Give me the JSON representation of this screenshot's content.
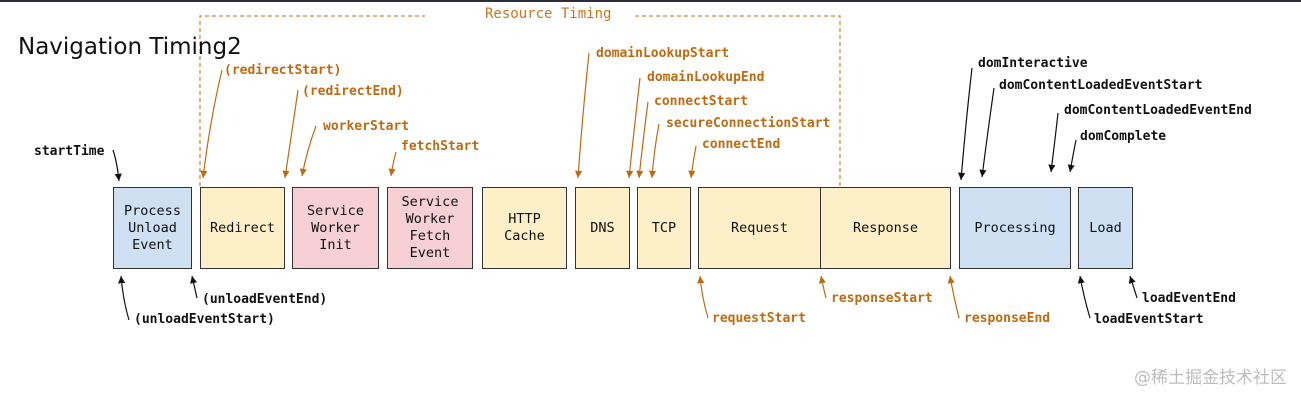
{
  "title": "Navigation Timing2",
  "resource_timing_label": "Resource Timing",
  "watermark": "@稀土掘金技术社区",
  "stages": [
    {
      "id": "process-unload-event",
      "label": "Process\nUnload\nEvent",
      "color": "blue"
    },
    {
      "id": "redirect",
      "label": "Redirect",
      "color": "yellow"
    },
    {
      "id": "service-worker-init",
      "label": "Service\nWorker\nInit",
      "color": "pink"
    },
    {
      "id": "service-worker-fetch-event",
      "label": "Service\nWorker\nFetch\nEvent",
      "color": "pink"
    },
    {
      "id": "http-cache",
      "label": "HTTP\nCache",
      "color": "yellow"
    },
    {
      "id": "dns",
      "label": "DNS",
      "color": "yellow"
    },
    {
      "id": "tcp",
      "label": "TCP",
      "color": "yellow"
    },
    {
      "id": "request",
      "label": "Request",
      "color": "yellow"
    },
    {
      "id": "response",
      "label": "Response",
      "color": "yellow"
    },
    {
      "id": "processing",
      "label": "Processing",
      "color": "blue"
    },
    {
      "id": "load",
      "label": "Load",
      "color": "blue"
    }
  ],
  "labels": {
    "start_time": "startTime",
    "redirect_start": "(redirectStart)",
    "redirect_end": "(redirectEnd)",
    "worker_start": "workerStart",
    "fetch_start": "fetchStart",
    "domain_lookup_start": "domainLookupStart",
    "domain_lookup_end": "domainLookupEnd",
    "connect_start": "connectStart",
    "secure_connection_start": "secureConnectionStart",
    "connect_end": "connectEnd",
    "dom_interactive": "domInteractive",
    "dom_content_loaded_event_start": "domContentLoadedEventStart",
    "dom_content_loaded_event_end": "domContentLoadedEventEnd",
    "dom_complete": "domComplete",
    "unload_event_end": "(unloadEventEnd)",
    "unload_event_start": "(unloadEventStart)",
    "request_start": "requestStart",
    "response_start": "responseStart",
    "response_end": "responseEnd",
    "load_event_end": "loadEventEnd",
    "load_event_start": "loadEventStart"
  },
  "colors": {
    "blue": "#cfe0f3",
    "yellow": "#fdf0c8",
    "pink": "#f6d0d4",
    "orange": "#bf6a12",
    "dark": "#111111"
  }
}
